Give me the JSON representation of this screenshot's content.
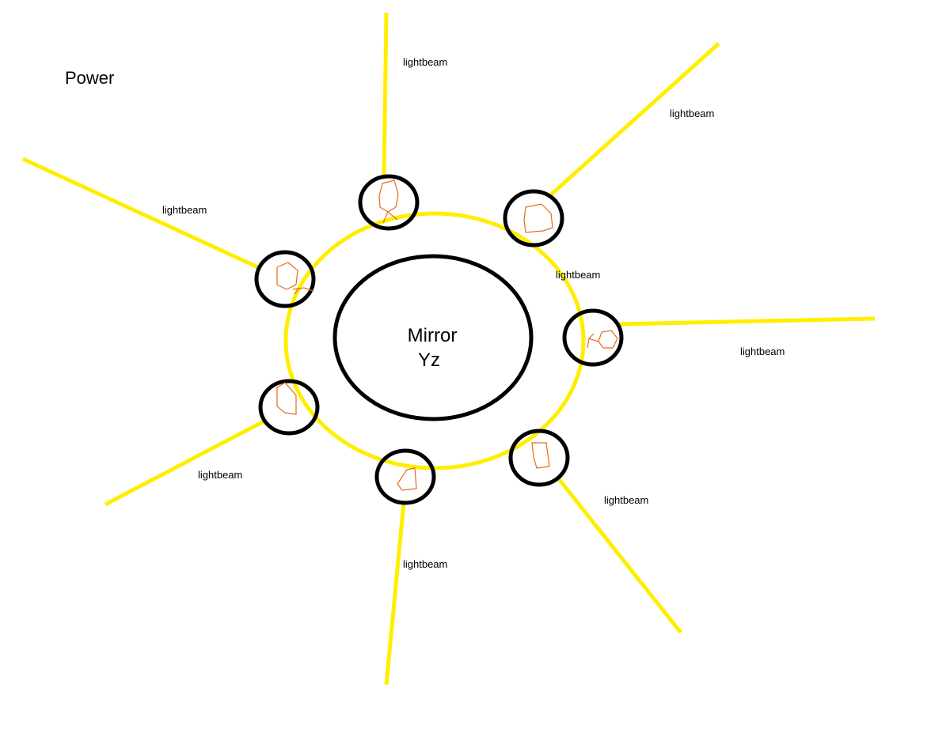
{
  "title": "Power",
  "center": {
    "line1": "Mirror",
    "line2": "Yz"
  },
  "beam_label": "lightbeam",
  "colors": {
    "beam": "#ffee00",
    "ring": "#ffee00",
    "outline": "#000000",
    "detail": "#e86a1a",
    "background": "#ffffff"
  },
  "nodes": [
    {
      "name": "node-top",
      "beam_label": "lightbeam"
    },
    {
      "name": "node-top-right",
      "beam_label": "lightbeam"
    },
    {
      "name": "node-right",
      "beam_label": "lightbeam"
    },
    {
      "name": "node-bottom-right",
      "beam_label": "lightbeam"
    },
    {
      "name": "node-bottom",
      "beam_label": "lightbeam"
    },
    {
      "name": "node-bottom-left",
      "beam_label": "lightbeam"
    },
    {
      "name": "node-left",
      "beam_label": "lightbeam"
    }
  ],
  "ring_label": "lightbeam"
}
